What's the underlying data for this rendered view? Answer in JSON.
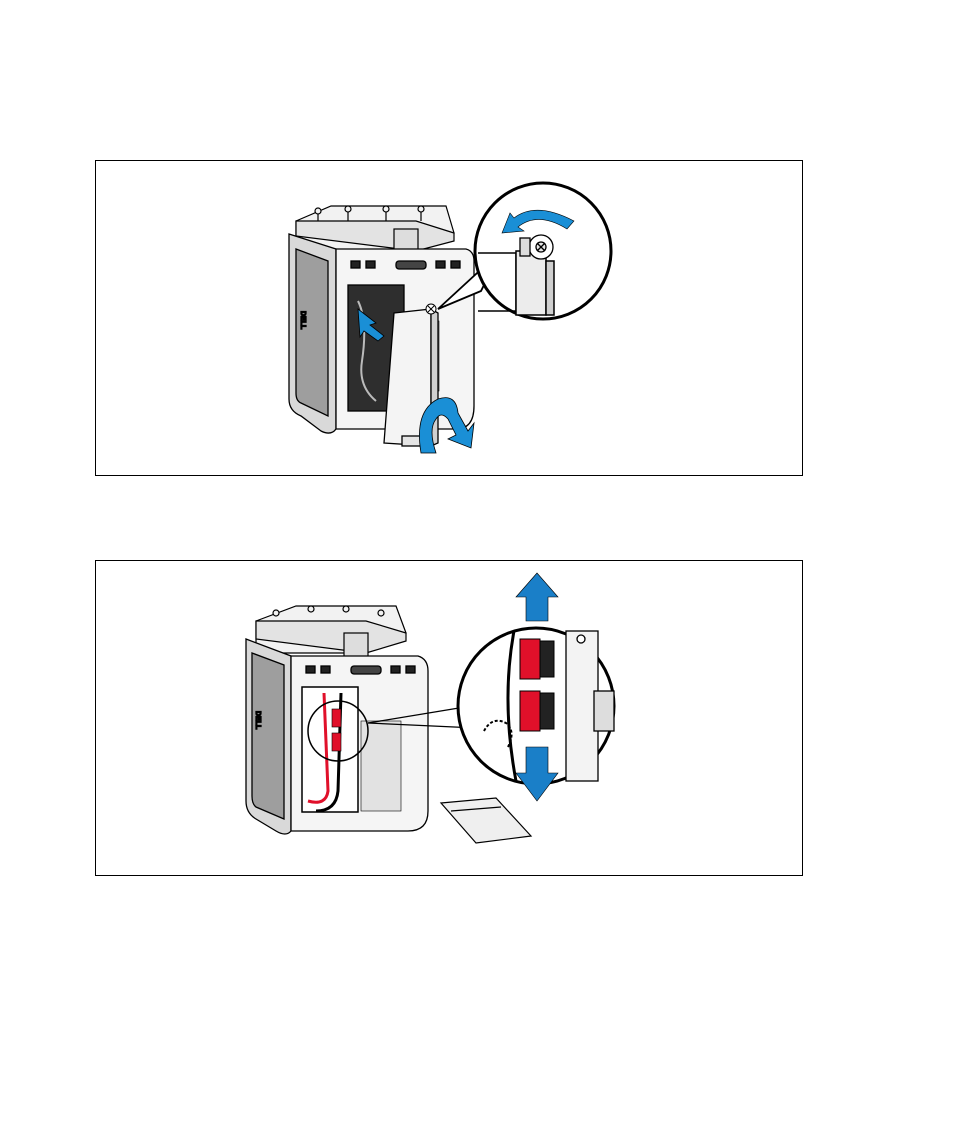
{
  "figures": [
    {
      "id": "fig1",
      "logo_text": "DELL",
      "icons": [
        "thumbscrew-icon",
        "rotate-arrow-icon",
        "remove-arrow-icon"
      ],
      "colors": {
        "arrow": "#1a8fd6",
        "outline": "#000000",
        "panel": "#e9e9e9"
      }
    },
    {
      "id": "fig2",
      "logo_text": "DELL",
      "icons": [
        "connector-icon",
        "pull-up-arrow-icon",
        "pull-down-arrow-icon"
      ],
      "colors": {
        "arrow": "#1a7fc8",
        "connector": "#e0102a",
        "outline": "#000000"
      }
    }
  ]
}
